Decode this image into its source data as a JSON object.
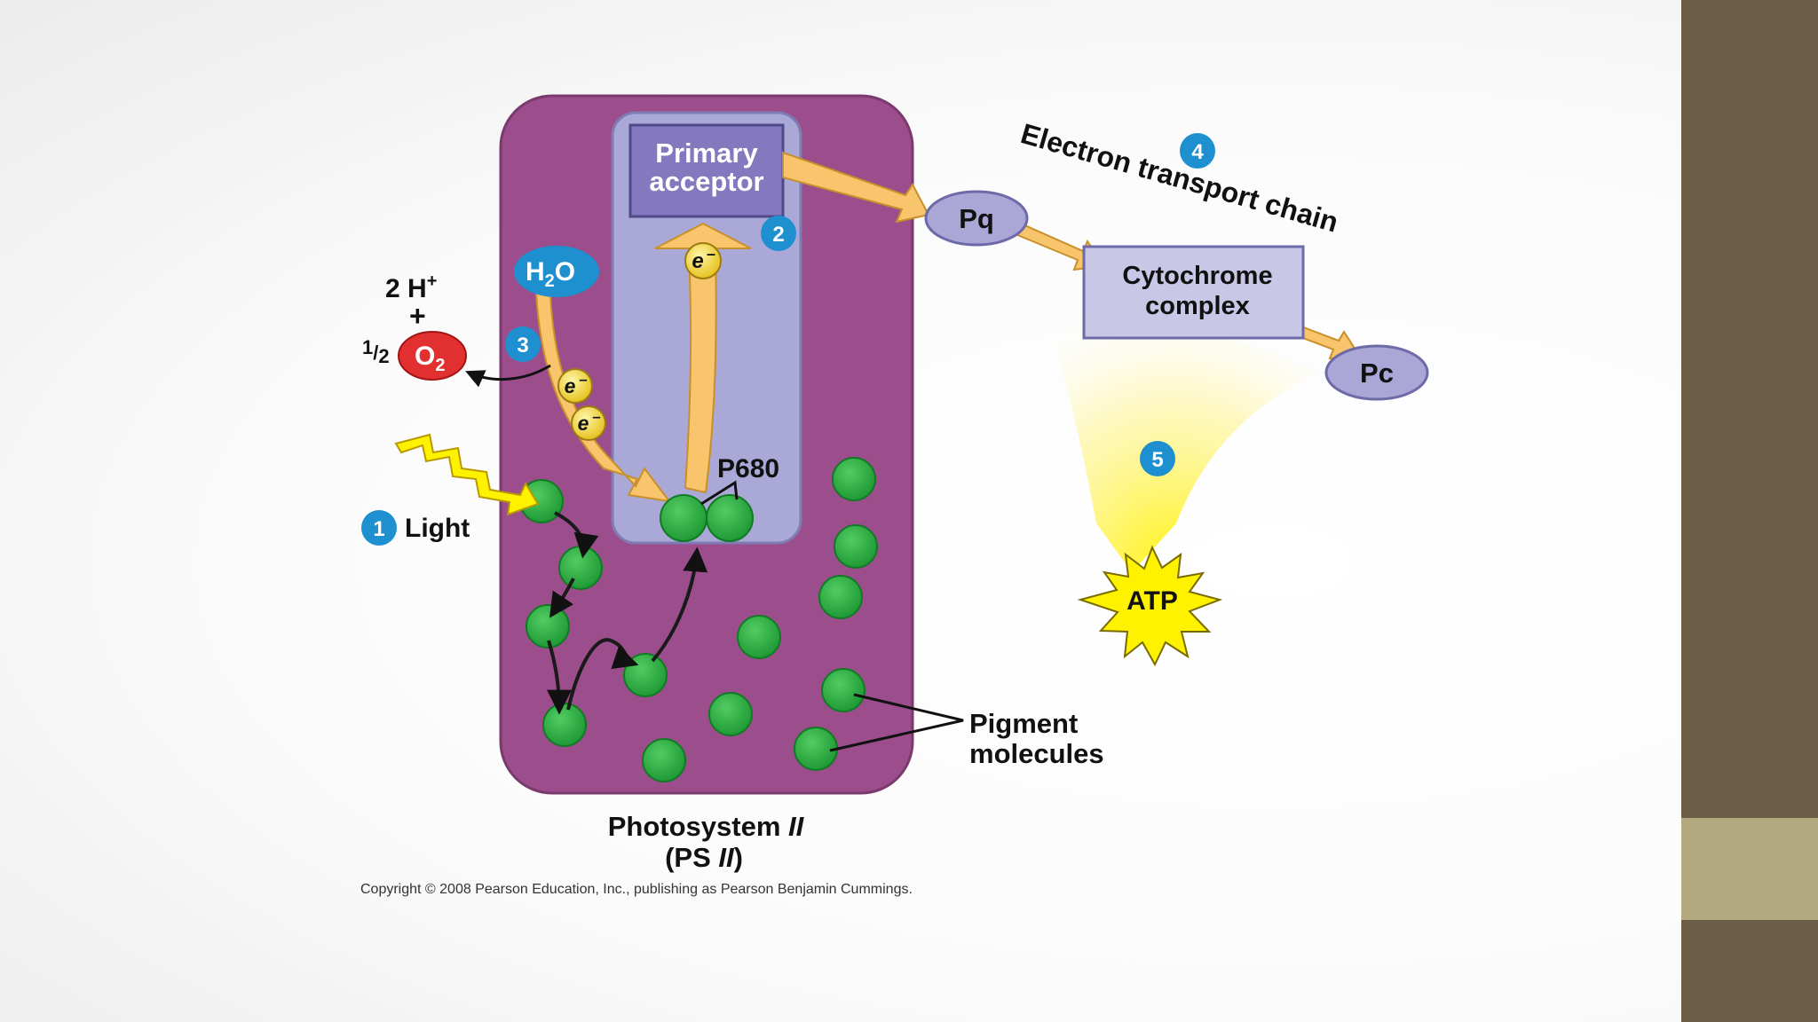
{
  "colors": {
    "side_panel": "#6b5d45",
    "side_accent": "#b3a97e",
    "photosystem": "#9b4d8c",
    "inner_panel": "#aaa8d6",
    "acceptor_box": "#8479be",
    "carrier": "#aaa6d6",
    "pigment": "#2eae44",
    "electron_arrow": "#f8c46c",
    "step_badge": "#1e8fcf",
    "oxygen": "#e23030",
    "atp_star": "#fff200"
  },
  "steps": [
    "1",
    "2",
    "3",
    "4",
    "5"
  ],
  "labels": {
    "primary_acceptor_line1": "Primary",
    "primary_acceptor_line2": "acceptor",
    "electron": "e",
    "electron_sup": "–",
    "p680": "P680",
    "h2o_main": "H",
    "h2o_sub": "2",
    "h2o_end": "O",
    "hplus": "2 H",
    "hplus_sup": "+",
    "plus": "+",
    "half_num": "1",
    "half_slash": "/",
    "half_den": "2",
    "o2_main": "O",
    "o2_sub": "2",
    "light": "Light",
    "pq": "Pq",
    "cytochrome_line1": "Cytochrome",
    "cytochrome_line2": "complex",
    "pc": "Pc",
    "etc": "Electron transport chain",
    "atp": "ATP",
    "pigment_line1": "Pigment",
    "pigment_line2": "molecules",
    "ps_title_main": "Photosystem ",
    "ps_title_num": "II",
    "ps_abbrev_open": "(PS ",
    "ps_abbrev_num": "II",
    "ps_abbrev_close": ")",
    "copyright": "Copyright © 2008 Pearson Education, Inc., publishing as Pearson Benjamin Cummings."
  }
}
